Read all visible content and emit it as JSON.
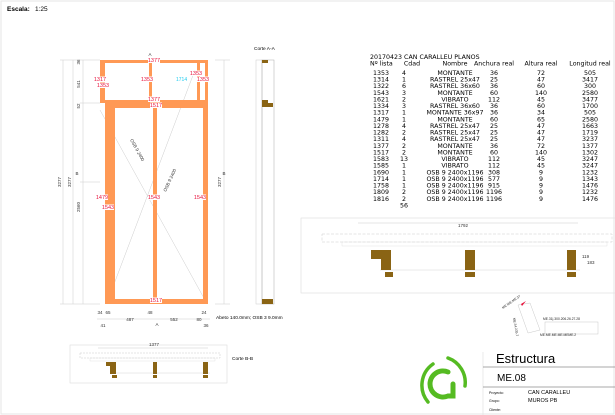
{
  "header": {
    "scale_label": "Escala:",
    "scale_value": "1:25"
  },
  "elevation": {
    "piece_labels_red": [
      "1377",
      "1317",
      "1353",
      "1353",
      "1353",
      "1353",
      "1377",
      "1517",
      "1479",
      "1543",
      "1543",
      "1543",
      "1517"
    ],
    "piece_label_cyan": "1714",
    "diagonal_labels": [
      "OSB 9 2400",
      "OSB 9 2400"
    ],
    "section_marks": [
      "A",
      "A",
      "B",
      "B"
    ],
    "left_dims": [
      "36",
      "541",
      "52",
      "2560",
      "3277",
      "3277"
    ],
    "right_dim": "3277",
    "bottom_dims": [
      "34",
      "65",
      "487",
      "48",
      "552",
      "24",
      "41",
      "80",
      "36"
    ],
    "material_note": "Abeto 140.0mm; OSB 3 9.0mm"
  },
  "sections": {
    "aa_title": "Corte A-A",
    "bb_title": "Corte B-B",
    "bb_dim": "1377",
    "right_dims": [
      "1792",
      "119",
      "183"
    ]
  },
  "parts_list": {
    "title": "20170423 CAN CARALLEU PLANOS",
    "columns": [
      "Nº lista",
      "Cdad",
      "Nombre",
      "Anchura real",
      "Altura real",
      "Longitud real"
    ],
    "rows": [
      [
        "1353",
        "4",
        "MONTANTE",
        "36",
        "72",
        "505"
      ],
      [
        "1314",
        "1",
        "RASTREL 25x47",
        "25",
        "47",
        "3417"
      ],
      [
        "1322",
        "6",
        "RASTREL 36x60",
        "36",
        "60",
        "300"
      ],
      [
        "1543",
        "3",
        "MONTANTE",
        "60",
        "140",
        "2580"
      ],
      [
        "1621",
        "2",
        "VIBRATO",
        "112",
        "45",
        "3477"
      ],
      [
        "1334",
        "3",
        "RASTREL 36x60",
        "36",
        "60",
        "1700"
      ],
      [
        "1317",
        "1",
        "MONTANTE 36x97",
        "36",
        "34",
        "505"
      ],
      [
        "1479",
        "1",
        "MONTANTE",
        "60",
        "65",
        "2580"
      ],
      [
        "1278",
        "4",
        "RASTREL 25x47",
        "25",
        "47",
        "1663"
      ],
      [
        "1282",
        "2",
        "RASTREL 25x47",
        "25",
        "47",
        "1719"
      ],
      [
        "1311",
        "4",
        "RASTREL 25x47",
        "25",
        "47",
        "3237"
      ],
      [
        "1377",
        "2",
        "MONTANTE",
        "36",
        "72",
        "1377"
      ],
      [
        "1517",
        "2",
        "MONTANTE",
        "60",
        "140",
        "1302"
      ],
      [
        "1583",
        "13",
        "VIBRATO",
        "112",
        "45",
        "3247"
      ],
      [
        "1585",
        "1",
        "VIBRATO",
        "112",
        "45",
        "3247"
      ],
      [
        "1690",
        "1",
        "OSB 9 2400x1196",
        "308",
        "9",
        "1232"
      ],
      [
        "1714",
        "1",
        "OSB 9 2400x1196",
        "577",
        "9",
        "1343"
      ],
      [
        "1758",
        "1",
        "OSB 9 2400x1196",
        "915",
        "9",
        "1476"
      ],
      [
        "1809",
        "2",
        "OSB 9 2400x1196",
        "1196",
        "9",
        "1232"
      ],
      [
        "1816",
        "2",
        "OSB 9 2400x1196",
        "1196",
        "9",
        "1476"
      ]
    ],
    "total": "56"
  },
  "key_plan": {
    "labels": [
      "ME.WE.ME.37",
      "ME.31|.300.206.26.27.28",
      "ME.ME.ME.ME.MEME.2",
      "ME.34.235.7"
    ]
  },
  "title_block": {
    "category": "Estructura",
    "code": "ME.08",
    "fields": [
      {
        "label": "Proyecto:",
        "value": "CAN CARALLEU"
      },
      {
        "label": "Grupo:",
        "value": "MUROS PB"
      },
      {
        "label": "Cliente:",
        "value": ""
      }
    ]
  },
  "colors": {
    "timber": "#ff9955",
    "section": "#8a6414",
    "label": "#e8123c",
    "accent_cyan": "#22ccee",
    "logo": "#55bb22"
  }
}
